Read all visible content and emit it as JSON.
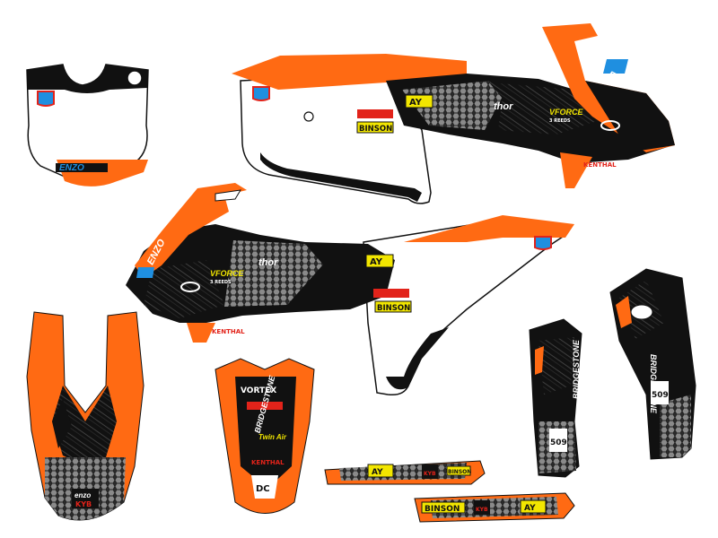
{
  "colors": {
    "orange": "#ff6a13",
    "black": "#111111",
    "white": "#ffffff",
    "grey": "#5b5b5b",
    "honeycomb": "#777777",
    "sponsor_yellow": "#f2e600",
    "sponsor_red": "#e2231a",
    "blue": "#1f8fe0"
  },
  "sponsors": {
    "enzo": "ENZO",
    "vforce": "VFORCE",
    "vforce_sub": "3 REEDS",
    "thor": "thor",
    "binson": "BINSON",
    "vortex": "VORTEX",
    "twinair": "Twin Air",
    "bridgestone": "BRIDGESTONE",
    "kenthal": "KENTHAL",
    "number": "509",
    "kyb": "KYB",
    "ay": "AY",
    "dc": "DC",
    "enzo_small": "enzo"
  },
  "icons": {
    "rider_logo": "rider-shield-icon",
    "oakley": "oakley-ellipse-icon",
    "skull": "skull-icon",
    "dc": "dc-logo-icon"
  },
  "panels": [
    "front-number-plate",
    "right-radiator-shroud",
    "left-radiator-shroud",
    "front-fender",
    "rear-fender",
    "left-fork-guard",
    "right-fork-guard",
    "left-swingarm-decal",
    "right-swingarm-decal"
  ]
}
